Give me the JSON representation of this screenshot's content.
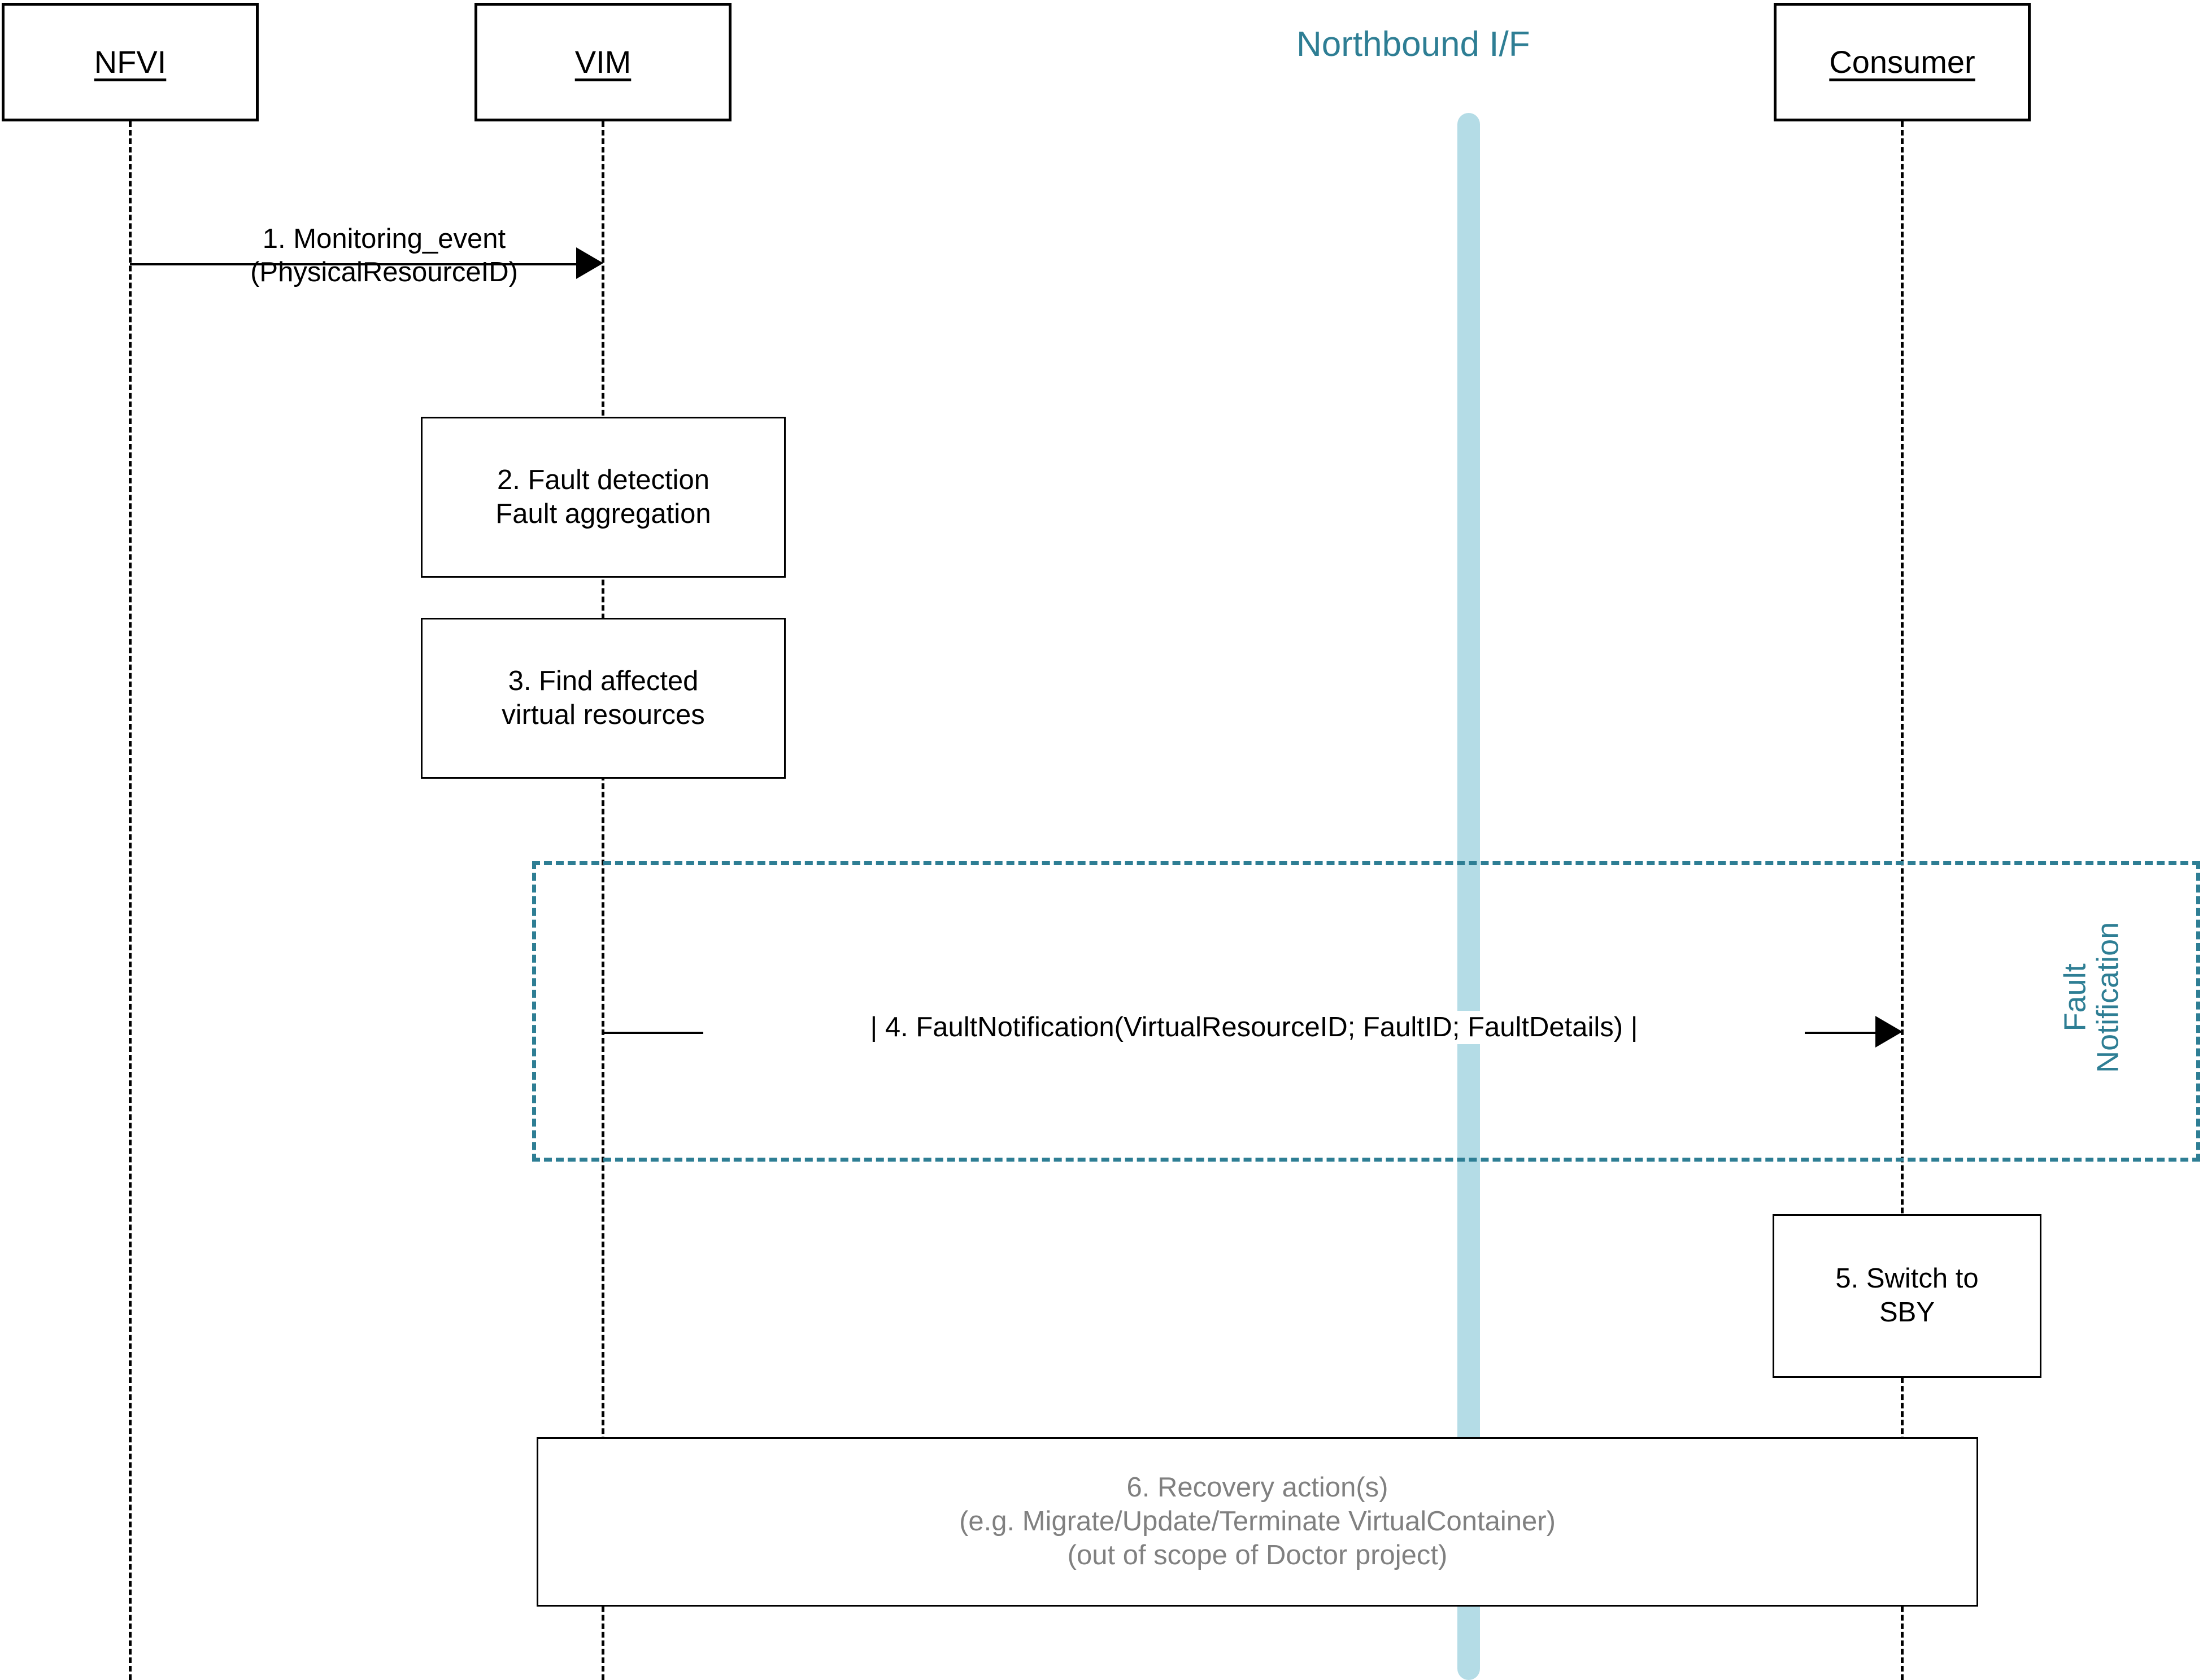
{
  "diagram": {
    "type": "sequence-diagram",
    "title": "Fault management sequence (Doctor project)",
    "colors": {
      "teal": "#2e7e94",
      "light_blue": "#b4dce6",
      "black": "#000000",
      "gray": "#808080"
    }
  },
  "actors": [
    {
      "id": "nfvi",
      "label": "NFVI"
    },
    {
      "id": "vim",
      "label": "VIM"
    },
    {
      "id": "consumer",
      "label": "Consumer"
    }
  ],
  "interface": {
    "label": "Northbound I/F"
  },
  "messages": [
    {
      "id": "msg1",
      "number": "1",
      "from": "nfvi",
      "to": "vim",
      "lines": [
        "1. Monitoring_event",
        "(PhysicalResourceID)"
      ]
    },
    {
      "id": "msg4",
      "number": "4",
      "from": "vim",
      "to": "consumer",
      "lines": [
        "| 4. FaultNotification(VirtualResourceID; FaultID; FaultDetails) |"
      ]
    }
  ],
  "process_boxes": [
    {
      "id": "box2",
      "on": "vim",
      "lines": [
        "2. Fault detection",
        "Fault aggregation"
      ]
    },
    {
      "id": "box3",
      "on": "vim",
      "lines": [
        "3. Find affected",
        "virtual resources"
      ]
    },
    {
      "id": "box5",
      "on": "consumer",
      "lines": [
        "5. Switch to",
        "SBY"
      ]
    },
    {
      "id": "box6",
      "on": "span",
      "muted": true,
      "lines": [
        "6. Recovery action(s)",
        "(e.g. Migrate/Update/Terminate VirtualContainer)",
        "(out of scope of Doctor project)"
      ]
    }
  ],
  "fragment": {
    "id": "fault-notification-fragment",
    "label_lines": [
      "Fault",
      "Notification"
    ]
  }
}
